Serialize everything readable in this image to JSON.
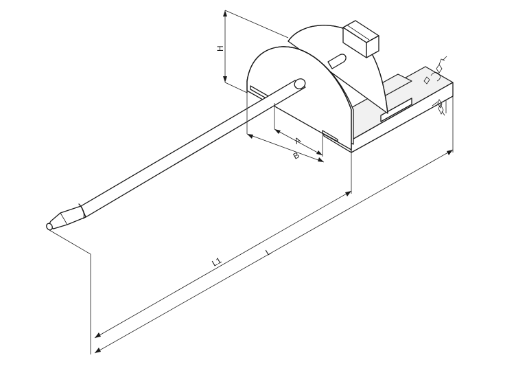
{
  "dimensions": {
    "h": "H",
    "a": "A",
    "b": "B",
    "l1": "L1",
    "l": "L"
  }
}
